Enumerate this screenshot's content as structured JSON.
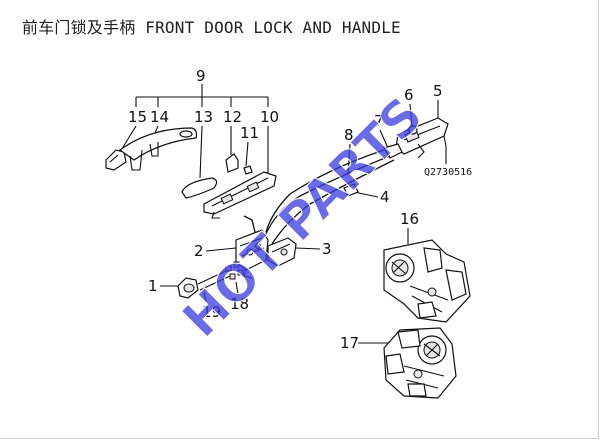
{
  "title": "前车门锁及手柄 FRONT DOOR LOCK AND HANDLE",
  "part_code": "Q2730516",
  "watermark": "HOT PARTS",
  "watermark_color": "#3a3ae0",
  "callouts": {
    "c1": "1",
    "c2": "2",
    "c3": "3",
    "c4": "4",
    "c5": "5",
    "c6": "6",
    "c7": "7",
    "c8": "8",
    "c9": "9",
    "c10": "10",
    "c11": "11",
    "c12": "12",
    "c13": "13",
    "c14": "14",
    "c15": "15",
    "c16": "16",
    "c17": "17",
    "c18": "18",
    "c19": "19"
  }
}
